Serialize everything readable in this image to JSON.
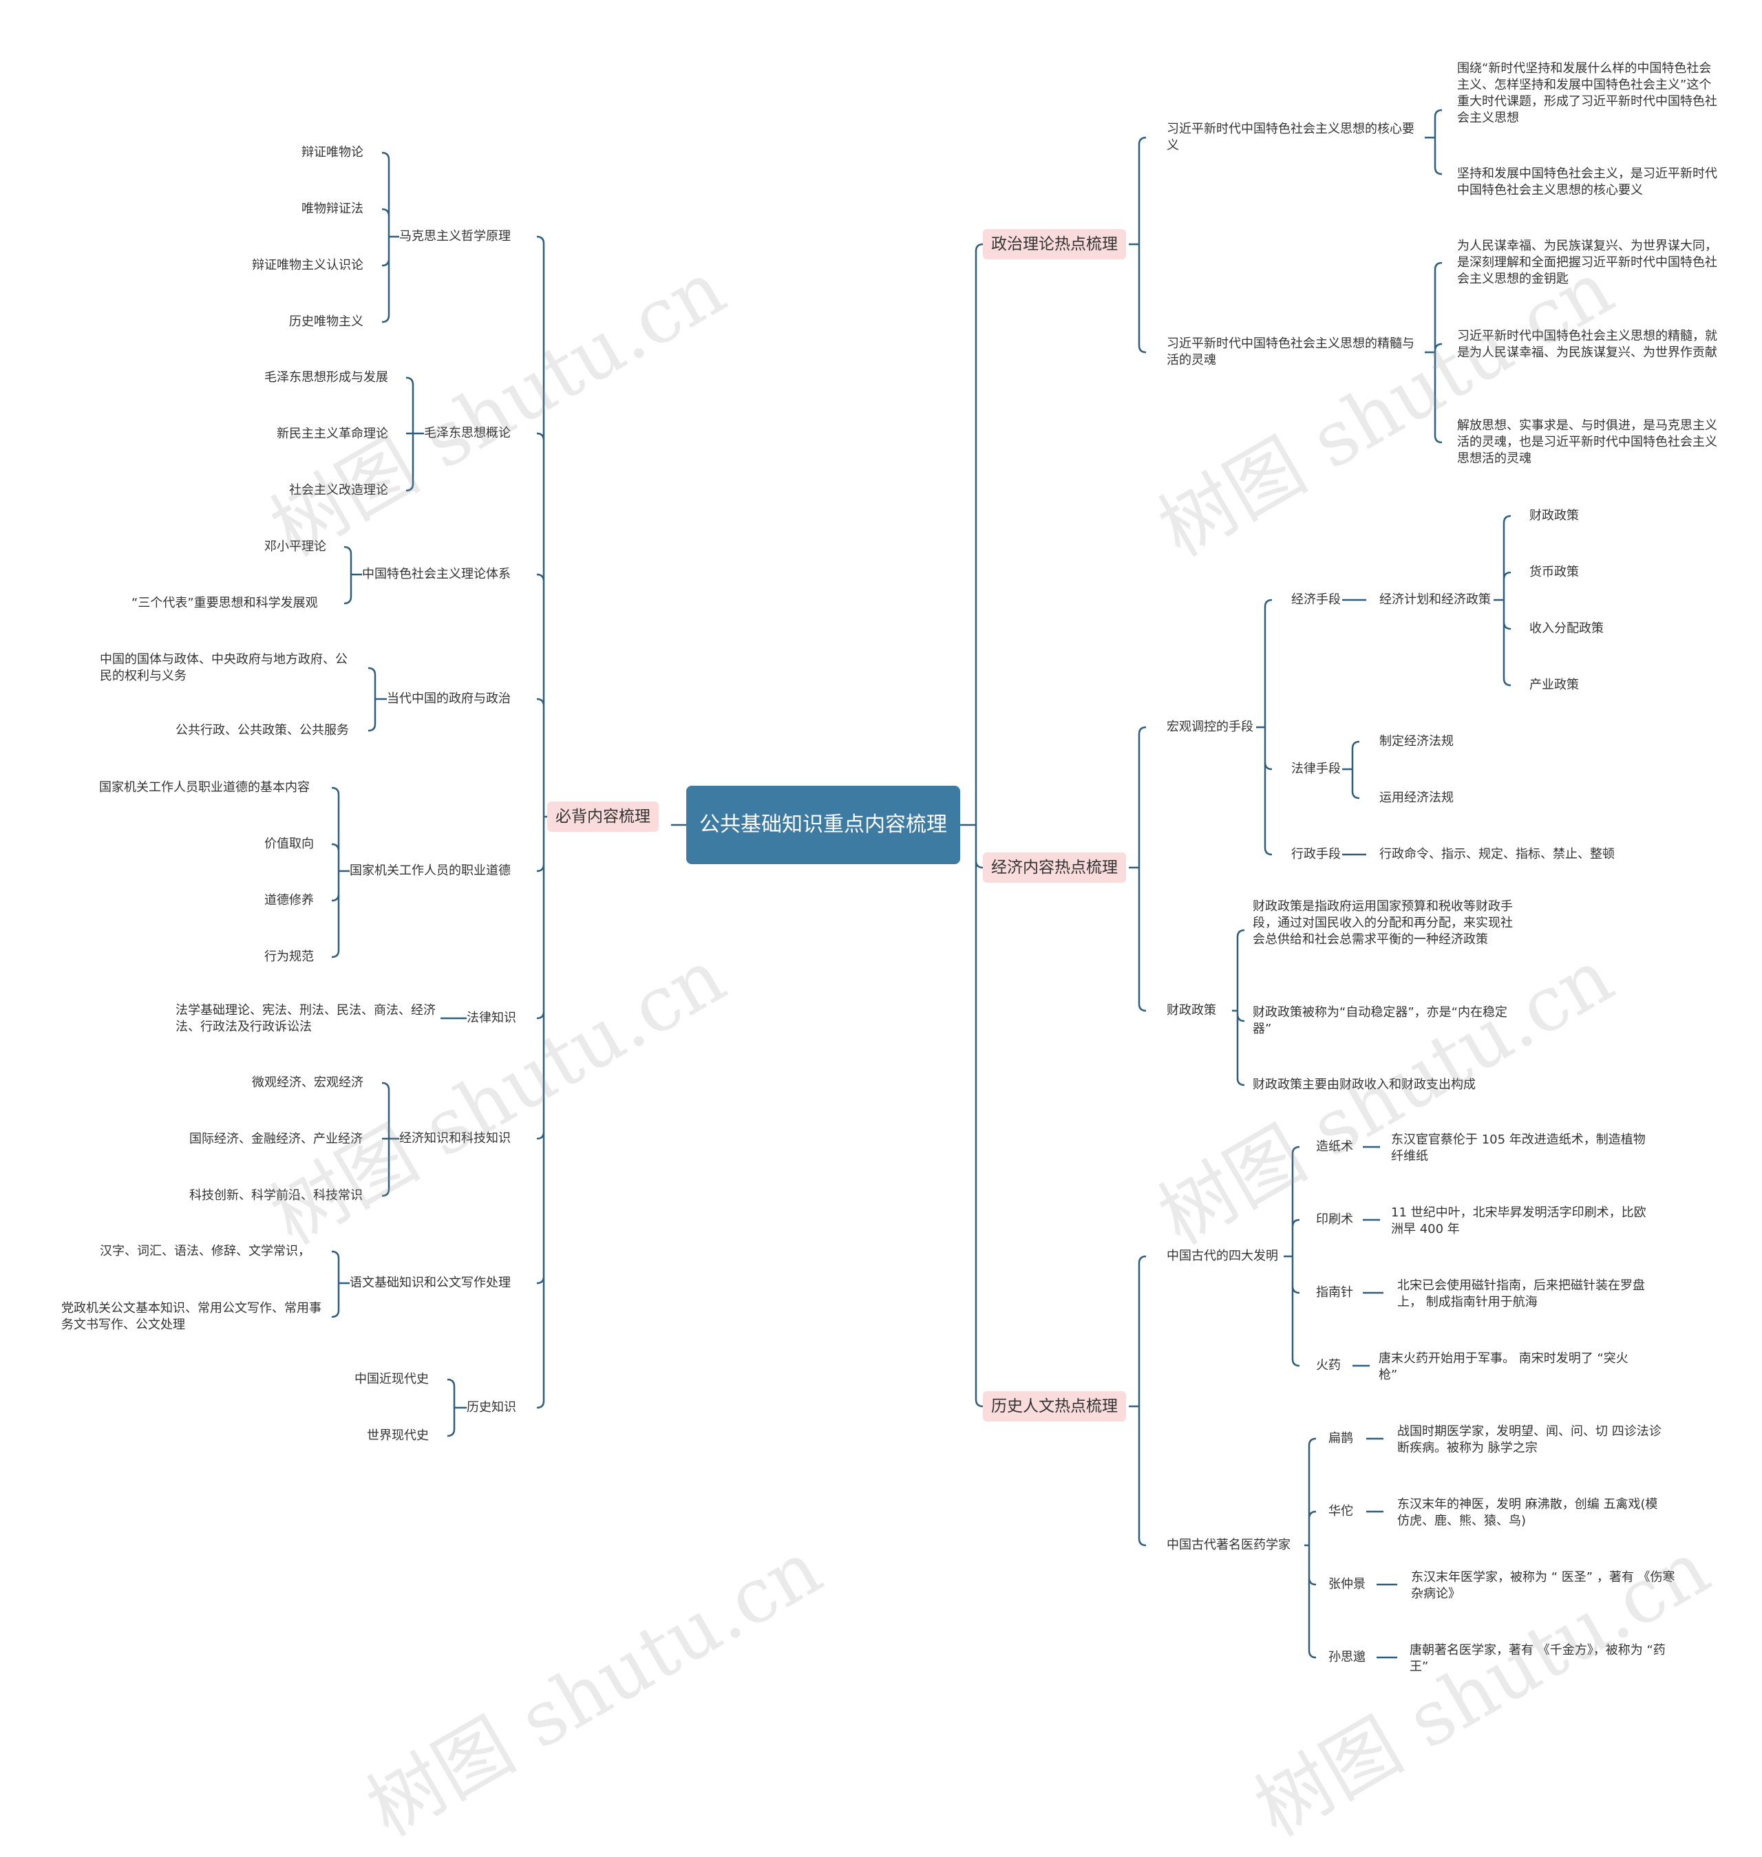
{
  "root": {
    "text": "公共基础知识重点内容梳理"
  },
  "left": [
    {
      "text": "必背内容梳理",
      "children": [
        {
          "text": "马克思主义哲学原理",
          "children": [
            {
              "text": "辩证唯物论"
            },
            {
              "text": "唯物辩证法"
            },
            {
              "text": "辩证唯物主义认识论"
            },
            {
              "text": "历史唯物主义"
            }
          ]
        },
        {
          "text": "毛泽东思想概论",
          "children": [
            {
              "text": "毛泽东思想形成与发展"
            },
            {
              "text": "新民主主义革命理论"
            },
            {
              "text": "社会主义改造理论"
            }
          ]
        },
        {
          "text": "中国特色社会主义理论体系",
          "children": [
            {
              "text": "邓小平理论"
            },
            {
              "text": "“三个代表”重要思想和科学发展观"
            }
          ]
        },
        {
          "text": "当代中国的政府与政治",
          "children": [
            {
              "text": "中国的国体与政体、中央政府与地方政府、公民的权利与义务"
            },
            {
              "text": "公共行政、公共政策、公共服务"
            }
          ]
        },
        {
          "text": "国家机关工作人员的职业道德",
          "children": [
            {
              "text": "国家机关工作人员职业道德的基本内容"
            },
            {
              "text": "价值取向"
            },
            {
              "text": "道德修养"
            },
            {
              "text": "行为规范"
            }
          ]
        },
        {
          "text": "法律知识",
          "children": [
            {
              "text": "法学基础理论、宪法、刑法、民法、商法、经济法、行政法及行政诉讼法"
            }
          ]
        },
        {
          "text": "经济知识和科技知识",
          "children": [
            {
              "text": "微观经济、宏观经济"
            },
            {
              "text": "国际经济、金融经济、产业经济"
            },
            {
              "text": "科技创新、科学前沿、科技常识"
            }
          ]
        },
        {
          "text": "语文基础知识和公文写作处理",
          "children": [
            {
              "text": "汉字、词汇、语法、修辞、文学常识，"
            },
            {
              "text": "党政机关公文基本知识、常用公文写作、常用事务文书写作、公文处理"
            }
          ]
        },
        {
          "text": "历史知识",
          "children": [
            {
              "text": "中国近现代史"
            },
            {
              "text": "世界现代史"
            }
          ]
        }
      ]
    }
  ],
  "right": [
    {
      "text": "政治理论热点梳理",
      "children": [
        {
          "text": "习近平新时代中国特色社会主义思想的核心要义",
          "children": [
            {
              "text": "围绕“新时代坚持和发展什么样的中国特色社会主义、怎样坚持和发展中国特色社会主义”这个重大时代课题，形成了习近平新时代中国特色社会主义思想"
            },
            {
              "text": "坚持和发展中国特色社会主义，是习近平新时代中国特色社会主义思想的核心要义"
            }
          ]
        },
        {
          "text": "习近平新时代中国特色社会主义思想的精髓与活的灵魂",
          "children": [
            {
              "text": "为人民谋幸福、为民族谋复兴、为世界谋大同，是深刻理解和全面把握习近平新时代中国特色社会主义思想的金钥匙"
            },
            {
              "text": "习近平新时代中国特色社会主义思想的精髓，就是为人民谋幸福、为民族谋复兴、为世界作贡献"
            },
            {
              "text": "解放思想、实事求是、与时俱进，是马克思主义活的灵魂，也是习近平新时代中国特色社会主义思想活的灵魂"
            }
          ]
        }
      ]
    },
    {
      "text": "经济内容热点梳理",
      "children": [
        {
          "text": "宏观调控的手段",
          "children": [
            {
              "text": "经济手段",
              "children": [
                {
                  "text": "经济计划和经济政策",
                  "children": [
                    {
                      "text": "财政政策"
                    },
                    {
                      "text": "货币政策"
                    },
                    {
                      "text": "收入分配政策"
                    },
                    {
                      "text": "产业政策"
                    }
                  ]
                }
              ]
            },
            {
              "text": "法律手段",
              "children": [
                {
                  "text": "制定经济法规"
                },
                {
                  "text": "运用经济法规"
                }
              ]
            },
            {
              "text": "行政手段",
              "children": [
                {
                  "text": "行政命令、指示、规定、指标、禁止、整顿"
                }
              ]
            }
          ]
        },
        {
          "text": "财政政策",
          "children": [
            {
              "text": "财政政策是指政府运用国家预算和税收等财政手段，通过对国民收入的分配和再分配，来实现社会总供给和社会总需求平衡的一种经济政策"
            },
            {
              "text": "财政政策被称为“自动稳定器”，亦是“内在稳定器”"
            },
            {
              "text": "财政政策主要由财政收入和财政支出构成"
            }
          ]
        }
      ]
    },
    {
      "text": "历史人文热点梳理",
      "children": [
        {
          "text": "中国古代的四大发明",
          "children": [
            {
              "text": "造纸术",
              "children": [
                {
                  "text": "东汉宦官蔡伦于 105 年改进造纸术，制造植物纤维纸"
                }
              ]
            },
            {
              "text": "印刷术",
              "children": [
                {
                  "text": "11 世纪中叶，北宋毕昇发明活字印刷术，比欧洲早 400 年"
                }
              ]
            },
            {
              "text": "指南针",
              "children": [
                {
                  "text": "北宋已会使用磁针指南，后来把磁针装在罗盘上， 制成指南针用于航海"
                }
              ]
            },
            {
              "text": "火药",
              "children": [
                {
                  "text": "唐末火药开始用于军事。 南宋时发明了 “突火枪”"
                }
              ]
            }
          ]
        },
        {
          "text": "中国古代著名医药学家",
          "children": [
            {
              "text": "扁鹊",
              "children": [
                {
                  "text": "战国时期医学家，发明望、闻、问、切 四诊法诊断疾病。被称为 脉学之宗"
                }
              ]
            },
            {
              "text": "华佗",
              "children": [
                {
                  "text": "东汉末年的神医，发明 麻沸散，创编 五禽戏(模仿虎、鹿、熊、猿、鸟)"
                }
              ]
            },
            {
              "text": "张仲景",
              "children": [
                {
                  "text": "东汉末年医学家，被称为 “ 医圣” ，著有 《伤寒杂病论》"
                }
              ]
            },
            {
              "text": "孙思邈",
              "children": [
                {
                  "text": "唐朝著名医学家，著有 《千金方》，被称为 “药王”"
                }
              ]
            }
          ]
        }
      ]
    }
  ],
  "watermark": {
    "text": "树图 shutu.cn"
  },
  "colors": {
    "line": "#2f5d7c",
    "root_bg": "#3e7ba2",
    "l1_bg": "#fadcdc"
  }
}
